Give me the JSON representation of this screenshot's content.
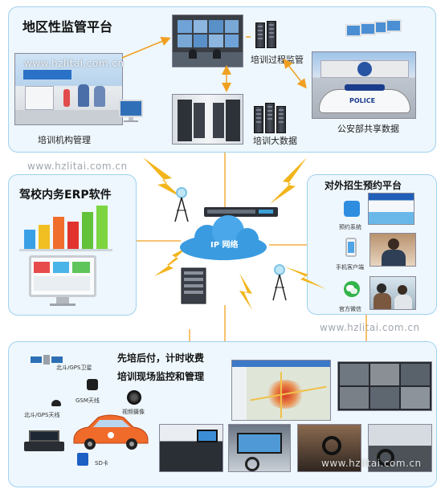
{
  "panels": {
    "regional": {
      "title": "地区性监管平台",
      "items": {
        "institution": "培训机构管理",
        "process": "培训过程监管",
        "bigdata": "培训大数据",
        "police": "公安部共享数据"
      }
    },
    "erp": {
      "title": "驾校内务ERP软件"
    },
    "enroll": {
      "title": "对外招生预约平台",
      "items": [
        "预约系统",
        "手机客户端",
        "官方微信"
      ]
    },
    "training": {
      "line1": "先培后付，计时收费",
      "line2": "培训现场监控和管理",
      "devices": {
        "sat": "北斗/GPS卫星",
        "gsm": "GSM天线",
        "gps": "北斗/GPS天线",
        "cam": "视频摄像",
        "sd": "SD卡"
      }
    }
  },
  "center": {
    "network": "IP 网络"
  },
  "watermark": "www.hzlitai.com.cn",
  "police_sign": "POLICE",
  "colors": {
    "panel_bg": "#eef7fd",
    "panel_border": "#9fd2ef",
    "bolt": "#f2b51c",
    "cloud": "#3a9be0",
    "arrow": "#f0a020"
  }
}
